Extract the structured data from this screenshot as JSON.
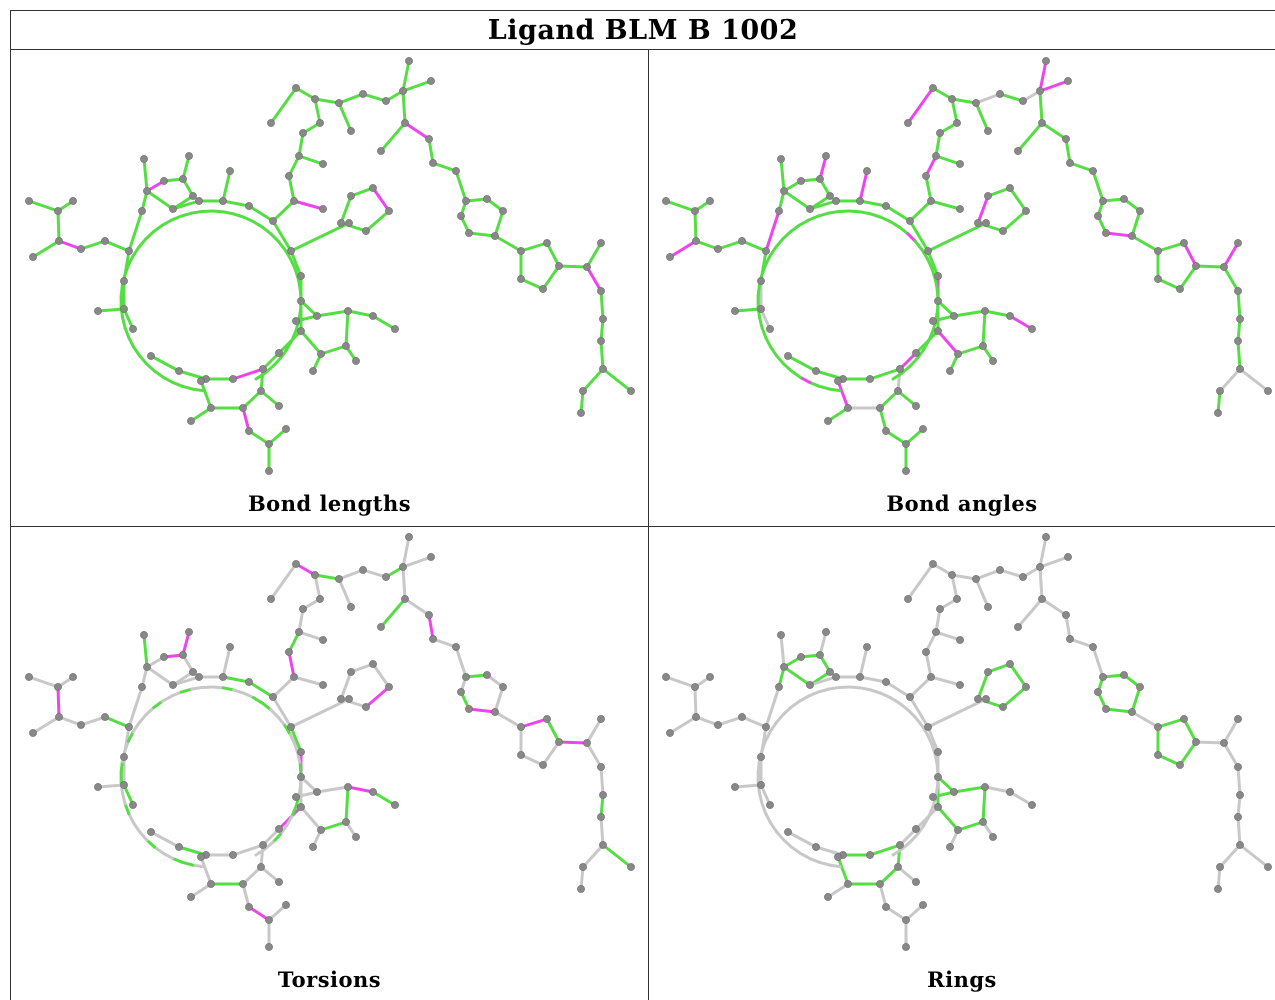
{
  "title": "Ligand BLM B 1002",
  "colors": {
    "ok": "#55dd44",
    "outlier": "#ee44ee",
    "none": "#c8c8c8",
    "atom": "#888888"
  },
  "panels": [
    {
      "caption": "Bond lengths"
    },
    {
      "caption": "Bond angles"
    },
    {
      "caption": "Torsions"
    },
    {
      "caption": "Rings"
    }
  ]
}
